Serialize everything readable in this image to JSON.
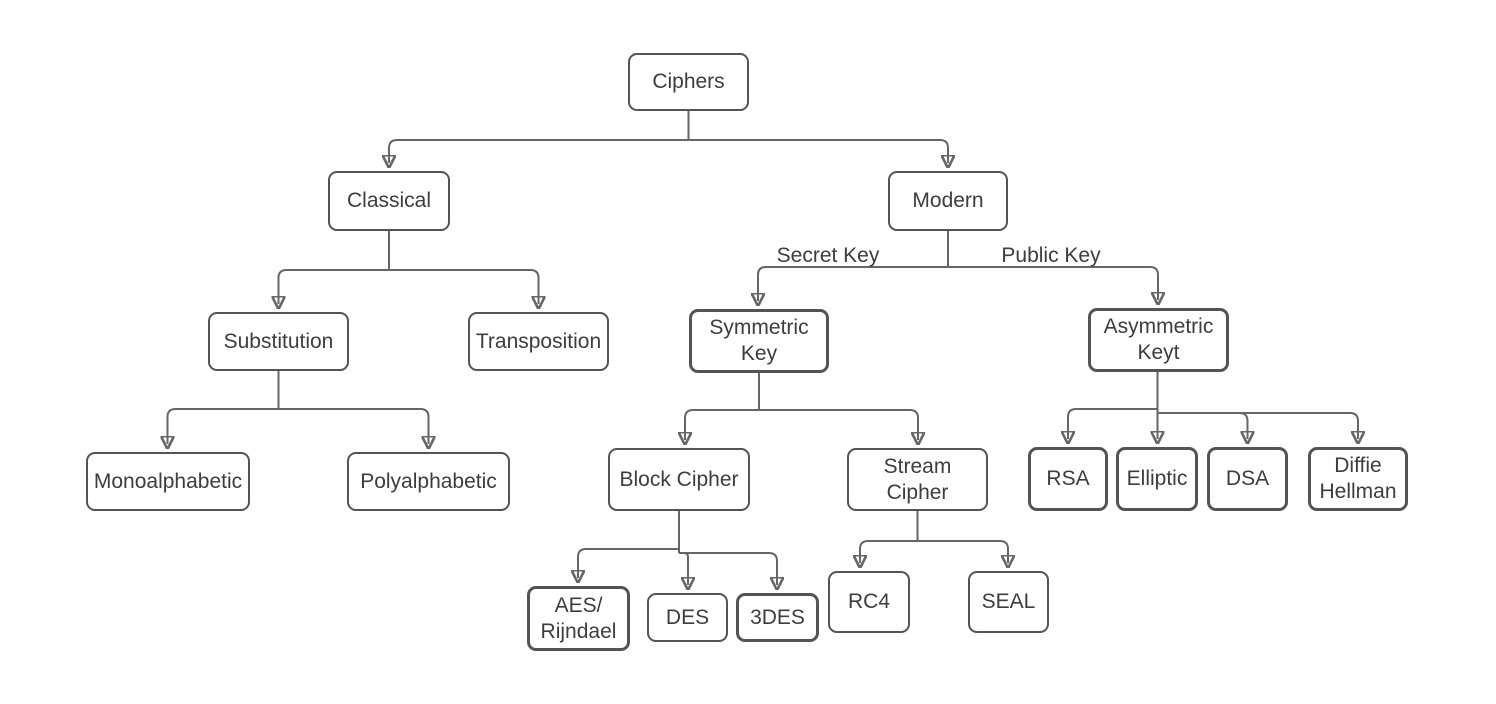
{
  "diagram": {
    "nodes": {
      "ciphers": {
        "label": "Ciphers"
      },
      "classical": {
        "label": "Classical"
      },
      "modern": {
        "label": "Modern"
      },
      "substitution": {
        "label": "Substitution"
      },
      "transposition": {
        "label": "Transposition"
      },
      "monoalphabetic": {
        "label": "Monoalphabetic"
      },
      "polyalphabetic": {
        "label": "Polyalphabetic"
      },
      "symmetric_key": {
        "label": [
          "Symmetric",
          "Key"
        ]
      },
      "asymmetric_key": {
        "label": [
          "Asymmetric",
          "Keyt"
        ]
      },
      "block_cipher": {
        "label": "Block Cipher"
      },
      "stream_cipher": {
        "label": [
          "Stream",
          "Cipher"
        ]
      },
      "aes_rijndael": {
        "label": [
          "AES/",
          "Rijndael"
        ]
      },
      "des": {
        "label": "DES"
      },
      "3des": {
        "label": "3DES"
      },
      "rc4": {
        "label": "RC4"
      },
      "seal": {
        "label": "SEAL"
      },
      "rsa": {
        "label": "RSA"
      },
      "elliptic": {
        "label": "Elliptic"
      },
      "dsa": {
        "label": "DSA"
      },
      "diffie_hellman": {
        "label": [
          "Diffie",
          "Hellman"
        ]
      }
    },
    "edge_labels": {
      "secret_key": "Secret Key",
      "public_key": "Public Key"
    },
    "edges": [
      {
        "from": "Ciphers",
        "to": "Classical"
      },
      {
        "from": "Ciphers",
        "to": "Modern"
      },
      {
        "from": "Classical",
        "to": "Substitution"
      },
      {
        "from": "Classical",
        "to": "Transposition"
      },
      {
        "from": "Substitution",
        "to": "Monoalphabetic"
      },
      {
        "from": "Substitution",
        "to": "Polyalphabetic"
      },
      {
        "from": "Modern",
        "to": "Symmetric Key",
        "label": "Secret Key"
      },
      {
        "from": "Modern",
        "to": "Asymmetric Keyt",
        "label": "Public Key"
      },
      {
        "from": "Symmetric Key",
        "to": "Block Cipher"
      },
      {
        "from": "Symmetric Key",
        "to": "Stream Cipher"
      },
      {
        "from": "Block Cipher",
        "to": "AES/Rijndael"
      },
      {
        "from": "Block Cipher",
        "to": "DES"
      },
      {
        "from": "Block Cipher",
        "to": "3DES"
      },
      {
        "from": "Stream Cipher",
        "to": "RC4"
      },
      {
        "from": "Stream Cipher",
        "to": "SEAL"
      },
      {
        "from": "Asymmetric Keyt",
        "to": "RSA"
      },
      {
        "from": "Asymmetric Keyt",
        "to": "Elliptic"
      },
      {
        "from": "Asymmetric Keyt",
        "to": "DSA"
      },
      {
        "from": "Asymmetric Keyt",
        "to": "Diffie Hellman"
      }
    ],
    "colors": {
      "background": "#ffffff",
      "box_fill": "#ffffff",
      "box_border": "#545454",
      "connector": "#666666",
      "text": "#3d3d3d"
    }
  }
}
